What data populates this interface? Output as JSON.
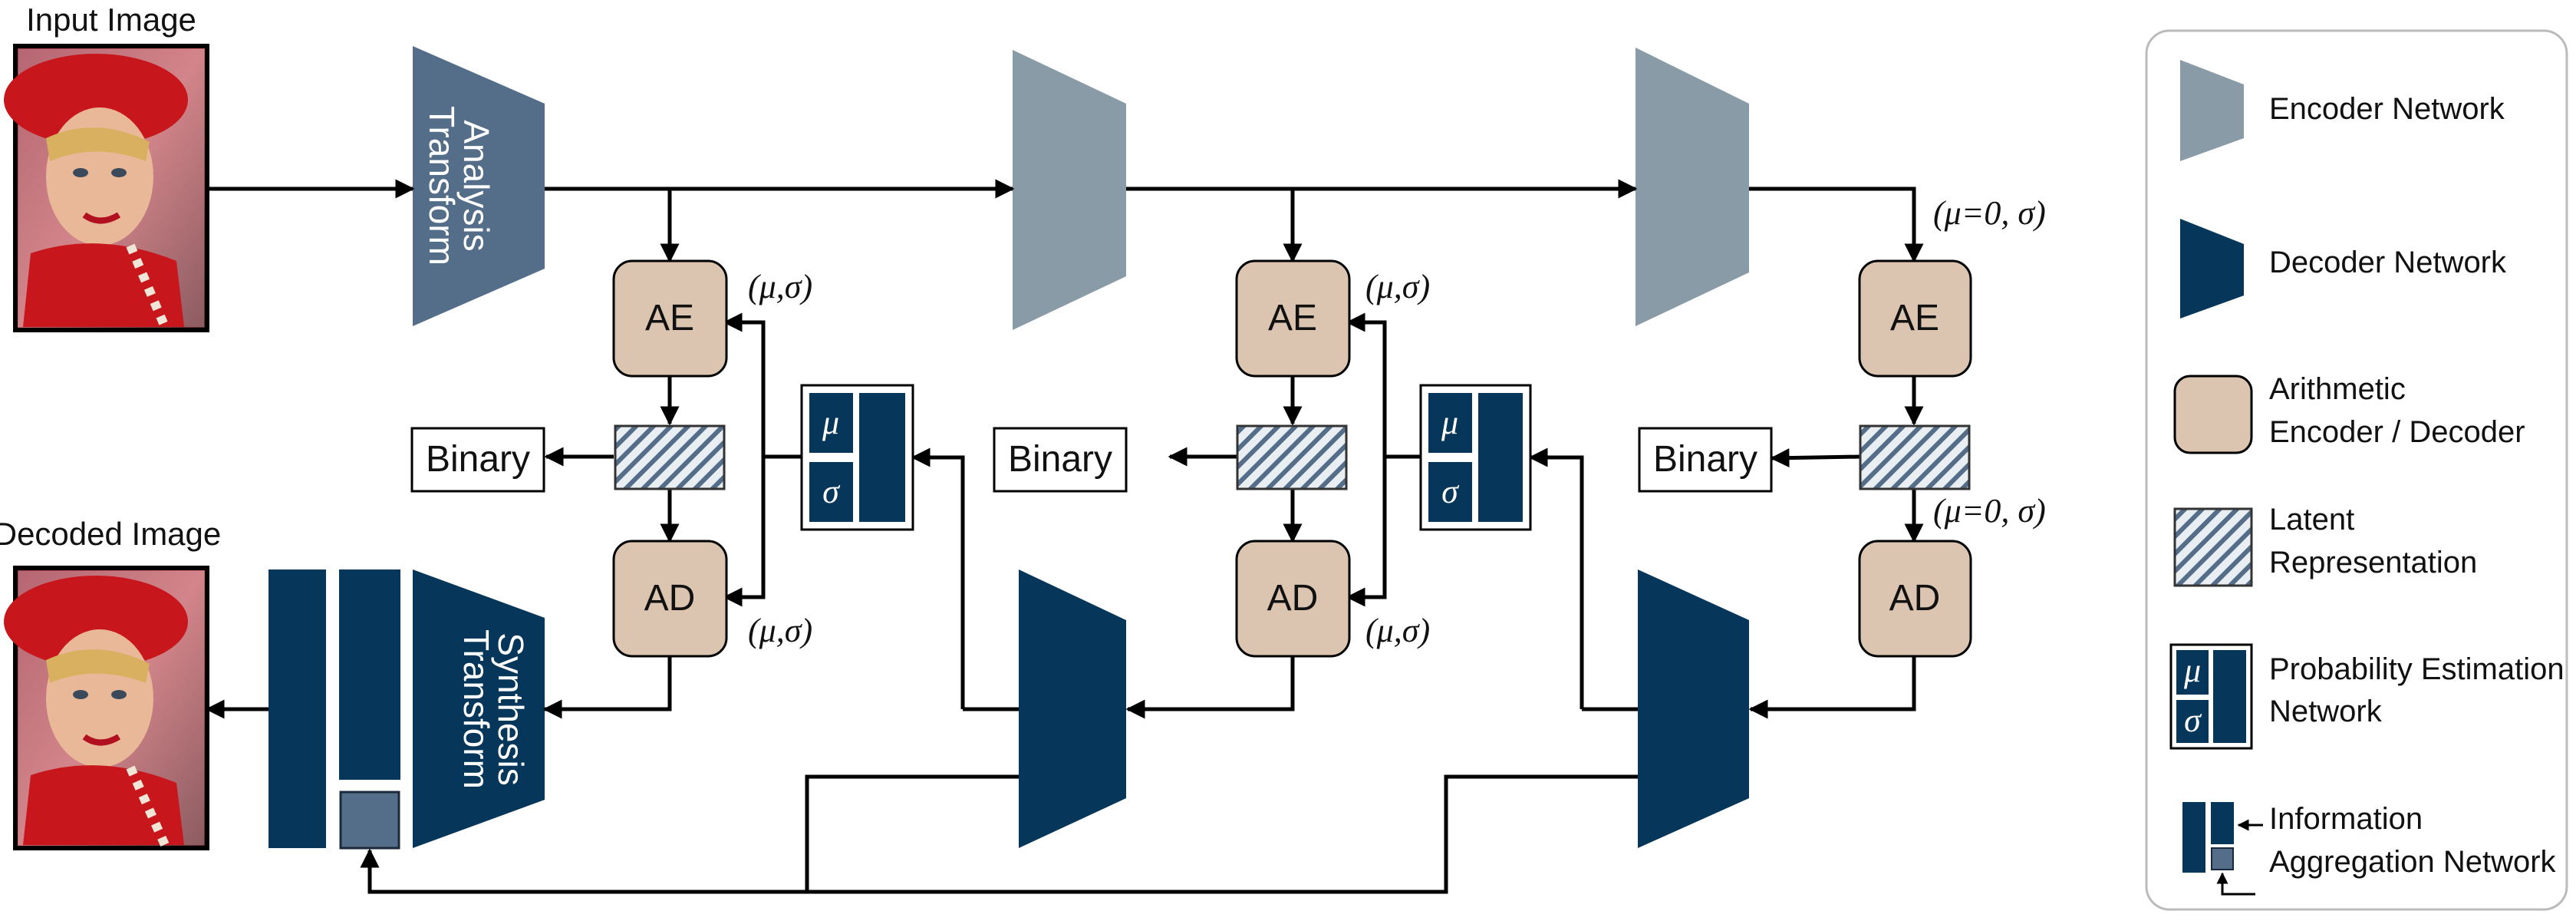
{
  "labels": {
    "input_image": "Input Image",
    "decoded_image": "Decoded Image",
    "analysis_line1": "Analysis",
    "analysis_line2": "Transform",
    "synthesis_line1": "Synthesis",
    "synthesis_line2": "Transform",
    "ae": "AE",
    "ad": "AD",
    "binary": "Binary",
    "mu": "μ",
    "sigma": "σ",
    "mu_sigma": "(μ,σ)",
    "mu0_sigma": "(μ=0, σ)"
  },
  "legend": {
    "encoder": "Encoder Network",
    "decoder": "Decoder Network",
    "arith_line1": "Arithmetic",
    "arith_line2": "Encoder / Decoder",
    "latent_line1": "Latent",
    "latent_line2": "Representation",
    "prob_line1": "Probability Estimation",
    "prob_line2": "Network",
    "info_line1": "Information",
    "info_line2": "Aggregation Network"
  },
  "colors": {
    "encoder": "#8a9ba8",
    "analysis": "#546d89",
    "decoder": "#06375a",
    "arith": "#dbc4b0",
    "info_small": "#546d89"
  }
}
